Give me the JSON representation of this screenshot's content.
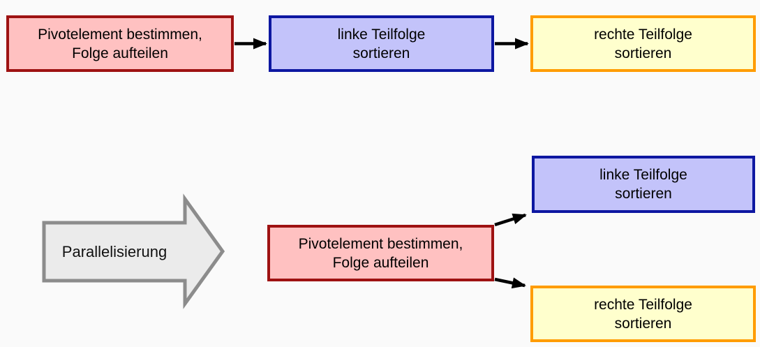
{
  "diagram": {
    "type": "flowchart",
    "background": "#fafafa",
    "colors": {
      "pivot_fill": "#ffc1c1",
      "pivot_border": "#9e1212",
      "left_fill": "#c3c3fa",
      "left_border": "#0d17a1",
      "right_fill": "#ffffcd",
      "right_border": "#ff9c00",
      "transform_arrow_fill": "#ebebeb",
      "transform_arrow_border": "#8c8c8c",
      "connector": "#000000"
    },
    "sequential_flow": {
      "pivot_box": {
        "line1": "Pivotelement bestimmen,",
        "line2": "Folge aufteilen"
      },
      "left_box": {
        "line1": "linke Teilfolge",
        "line2": "sortieren"
      },
      "right_box": {
        "line1": "rechte Teilfolge",
        "line2": "sortieren"
      }
    },
    "parallel_flow": {
      "transform_arrow_label": "Parallelisierung",
      "pivot_box": {
        "line1": "Pivotelement bestimmen,",
        "line2": "Folge aufteilen"
      },
      "left_box": {
        "line1": "linke Teilfolge",
        "line2": "sortieren"
      },
      "right_box": {
        "line1": "rechte Teilfolge",
        "line2": "sortieren"
      }
    }
  }
}
